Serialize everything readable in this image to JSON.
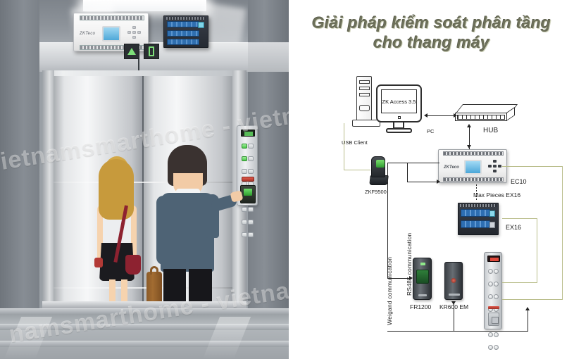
{
  "title": {
    "line1": "Giải pháp kiểm soát phân tầng",
    "line2": "cho thang máy",
    "color": "#6d705a"
  },
  "watermark": {
    "text_1": "vietnamsmarthome - vietnamsma",
    "text_2": "namsmarthome - vietnamsmart"
  },
  "elevator_scene": {
    "controller_label": "EC10",
    "expander_label": "EX16",
    "controller_brand": "ZKTeco",
    "indicator_up": "▲",
    "indicator_floor": "1",
    "car_panel": {
      "display": "1",
      "emergency_button": "alarm",
      "reader": "fingerprint-reader"
    },
    "people": {
      "woman": "woman-with-red-handbag",
      "man": "man-pressing-reader",
      "briefcase": "brown-briefcase"
    }
  },
  "diagram": {
    "pc": {
      "screen_text": "ZK Access 3.5",
      "label": "PC"
    },
    "hub": {
      "label": "HUB"
    },
    "usb_client": {
      "label": "USB Client"
    },
    "fingerprint_scanner": {
      "label": "ZKF9500"
    },
    "controller": {
      "label": "EC10",
      "brand": "ZKTeco",
      "note": "Max Pieces EX16"
    },
    "expander": {
      "label": "EX16"
    },
    "reader_fr": {
      "label": "FR1200"
    },
    "reader_kr": {
      "label": "KR600 EM"
    },
    "comm_weigand": "Weigand communication",
    "comm_rs485": "RS485 communication",
    "elevator_panel": {
      "label": "elevator-call-panel"
    },
    "wire_color_signal": "#b9bd8a",
    "wire_color_data": "#222222"
  }
}
